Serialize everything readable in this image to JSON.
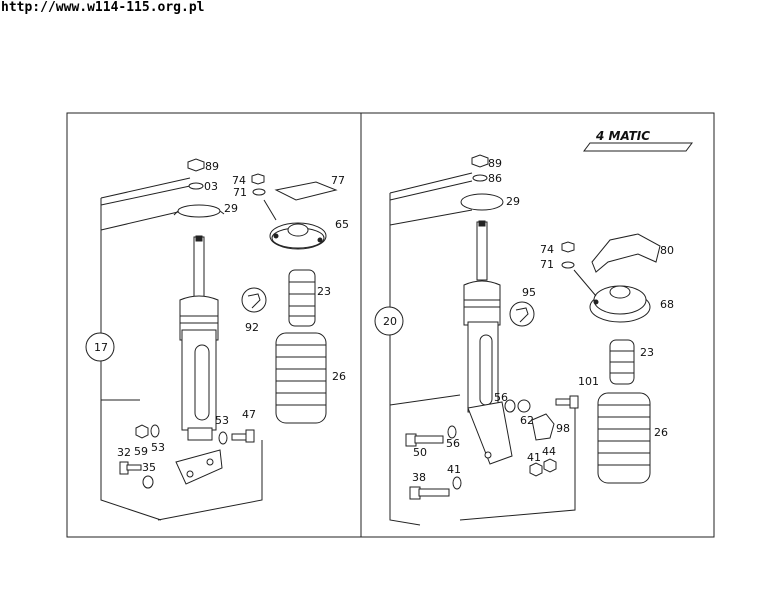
{
  "header": {
    "url": "http://www.w114-115.org.pl"
  },
  "badge": {
    "text": "4 MATIC"
  },
  "left_panel": {
    "group_label": "17",
    "parts": {
      "p89": "89",
      "p03": "03",
      "p29": "29",
      "p74": "74",
      "p71": "71",
      "p77": "77",
      "p65": "65",
      "p23": "23",
      "p92": "92",
      "p26": "26",
      "p53a": "53",
      "p47": "47",
      "p59": "59",
      "p53b": "53",
      "p32": "32",
      "p35": "35"
    }
  },
  "right_panel": {
    "group_label": "20",
    "parts": {
      "p89": "89",
      "p86": "86",
      "p29": "29",
      "p74": "74",
      "p71": "71",
      "p80": "80",
      "p95": "95",
      "p68": "68",
      "p23": "23",
      "p101": "101",
      "p56a": "56",
      "p62": "62",
      "p98": "98",
      "p26": "26",
      "p50": "50",
      "p56b": "56",
      "p44": "44",
      "p41a": "41",
      "p41b": "41",
      "p38": "38"
    }
  }
}
